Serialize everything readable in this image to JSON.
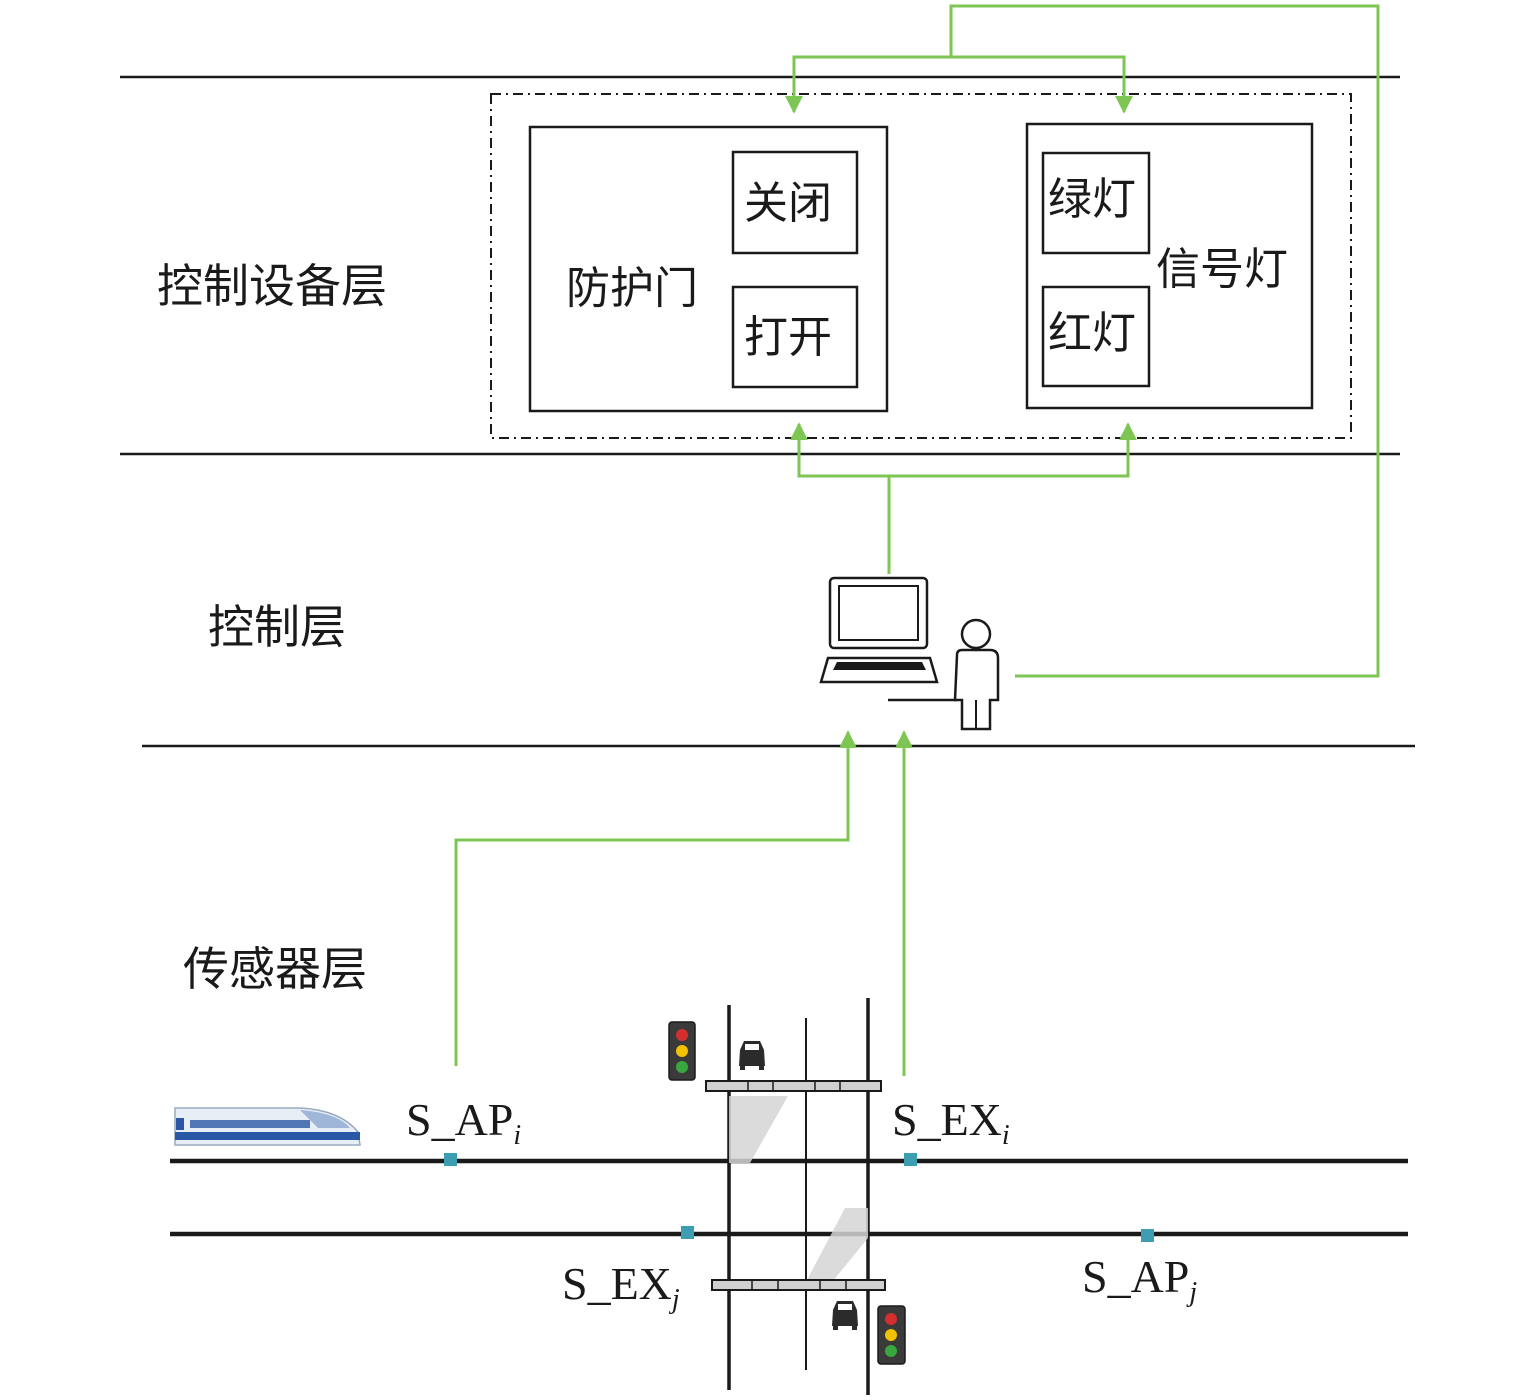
{
  "layers": {
    "device_layer": "控制设备层",
    "control_layer": "控制层",
    "sensor_layer": "传感器层"
  },
  "devices": {
    "gate": {
      "name": "防护门",
      "close": "关闭",
      "open": "打开"
    },
    "signal": {
      "name": "信号灯",
      "green": "绿灯",
      "red": "红灯"
    }
  },
  "sensors": {
    "ap_i": {
      "base": "S_AP",
      "sub": "i"
    },
    "ex_i": {
      "base": "S_EX",
      "sub": "i"
    },
    "ex_j": {
      "base": "S_EX",
      "sub": "j"
    },
    "ap_j": {
      "base": "S_AP",
      "sub": "j"
    }
  },
  "colors": {
    "flow": "#7dc653",
    "sensor": "#3d9eb1",
    "train_body": "#e8eef6",
    "train_stripe": "#2a57a6",
    "light_red": "#d32f2f",
    "light_yellow": "#f2c200",
    "light_green": "#3aa640"
  }
}
